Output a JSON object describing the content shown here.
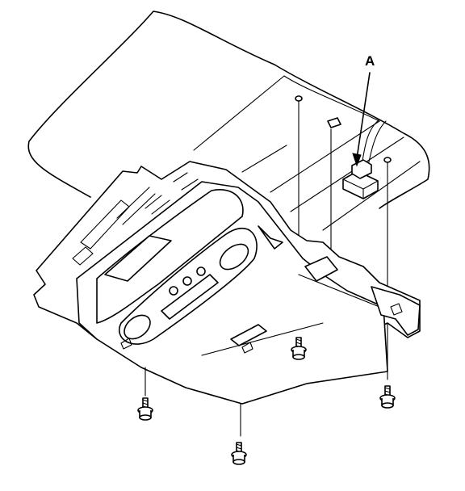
{
  "diagram": {
    "callouts": [
      {
        "id": "A",
        "text": "A"
      }
    ],
    "parts": [
      "roof-panel-outline",
      "overhead-console-assembly",
      "wire-harness-connector",
      "mounting-screw"
    ],
    "icons": [
      "screw-icon",
      "arrow-icon"
    ]
  }
}
